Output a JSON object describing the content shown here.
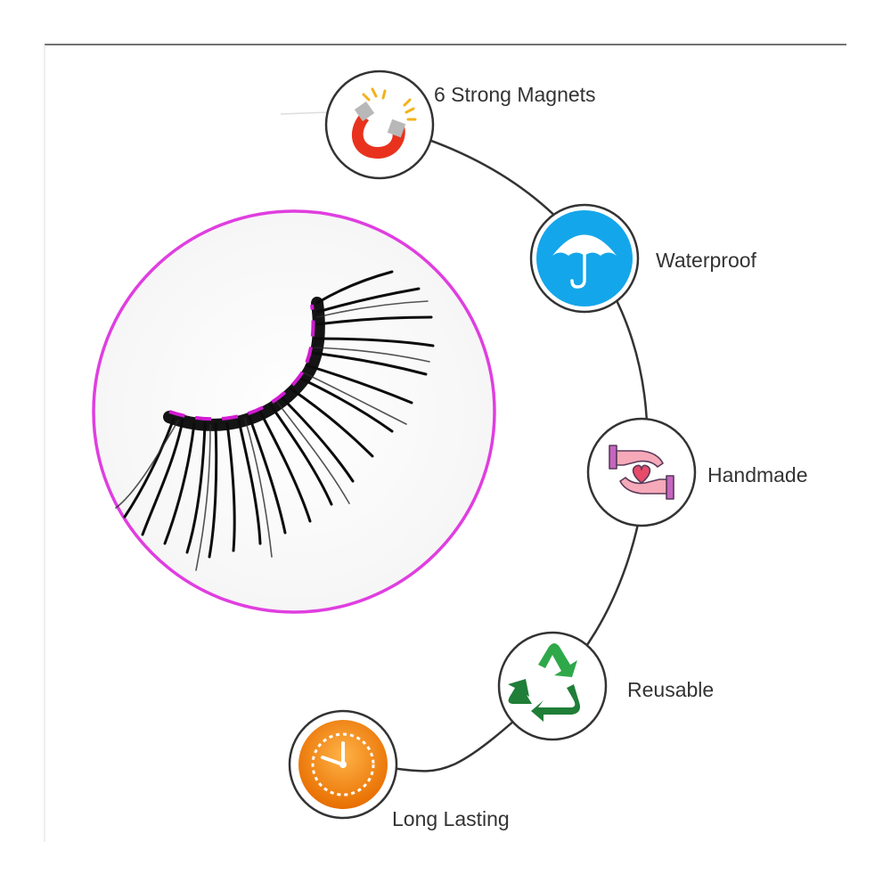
{
  "features": [
    {
      "label": "6 Strong Magnets",
      "icon": "magnet-icon",
      "color": "#e8321e"
    },
    {
      "label": "Waterproof",
      "icon": "umbrella-icon",
      "color": "#14a6ea"
    },
    {
      "label": "Handmade",
      "icon": "hands-heart-icon",
      "color": "#f58ba0"
    },
    {
      "label": "Reusable",
      "icon": "recycle-icon",
      "color": "#2fa84a"
    },
    {
      "label": "Long Lasting",
      "icon": "clock-icon",
      "color": "#f08a12"
    }
  ],
  "product": {
    "icon": "magnetic-eyelash-icon",
    "ring_color": "#e03ee0"
  }
}
